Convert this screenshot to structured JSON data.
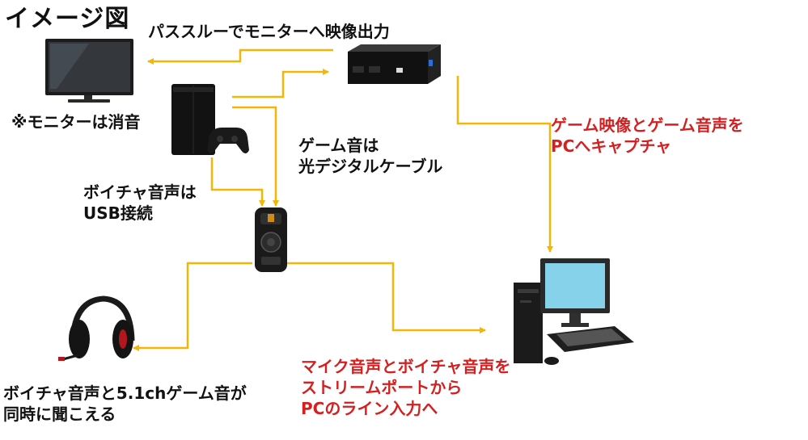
{
  "title": "イメージ図",
  "labels": {
    "passthrough": "パススルーでモニターへ映像出力",
    "monitor_note": "※モニターは消音",
    "optical": "ゲーム音は\n光デジタルケーブル",
    "usb": "ボイチャ音声は\nUSB接続",
    "capture": "ゲーム映像とゲーム音声を\nPCへキャプチャ",
    "headset": "ボイチャ音声と5.1chゲーム音が\n同時に聞こえる",
    "line_in": "マイク音声とボイチャ音声を\nストリームポートから\nPCのライン入力へ"
  },
  "colors": {
    "arrow": "#f2b705",
    "emphasis": "#d42020",
    "text": "#111111"
  },
  "devices": [
    "tv-monitor",
    "game-console",
    "capture-box",
    "mixamp",
    "headset",
    "desktop-pc"
  ]
}
